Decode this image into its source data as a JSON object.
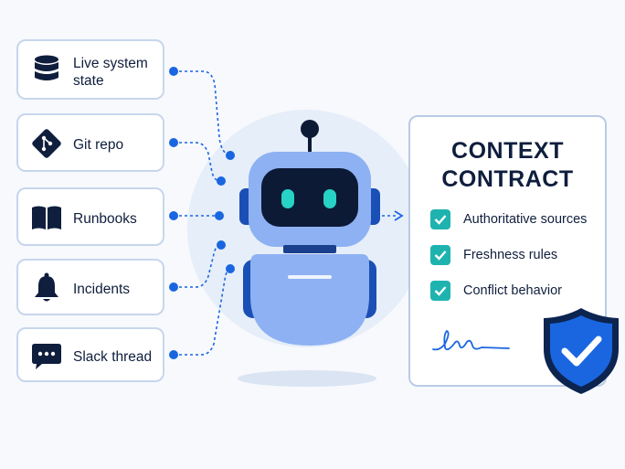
{
  "sources": [
    {
      "label_line1": "Live system",
      "label_line2": "state",
      "icon": "database-icon"
    },
    {
      "label": "Git repo",
      "icon": "git-icon"
    },
    {
      "label": "Runbooks",
      "icon": "book-icon"
    },
    {
      "label": "Incidents",
      "icon": "bell-icon"
    },
    {
      "label": "Slack thread",
      "icon": "chat-icon"
    }
  ],
  "contract": {
    "title_line1": "CONTEXT",
    "title_line2": "CONTRACT",
    "rules": [
      "Authoritative sources",
      "Freshness rules",
      "Conflict behavior"
    ]
  },
  "colors": {
    "accent": "#1a66e0",
    "robot_body": "#8db1f2",
    "robot_dark": "#0d1a36",
    "eyes": "#26d3c4",
    "check": "#1fb3b0",
    "shield": "#1a66e0",
    "shield_border": "#0c2450"
  }
}
